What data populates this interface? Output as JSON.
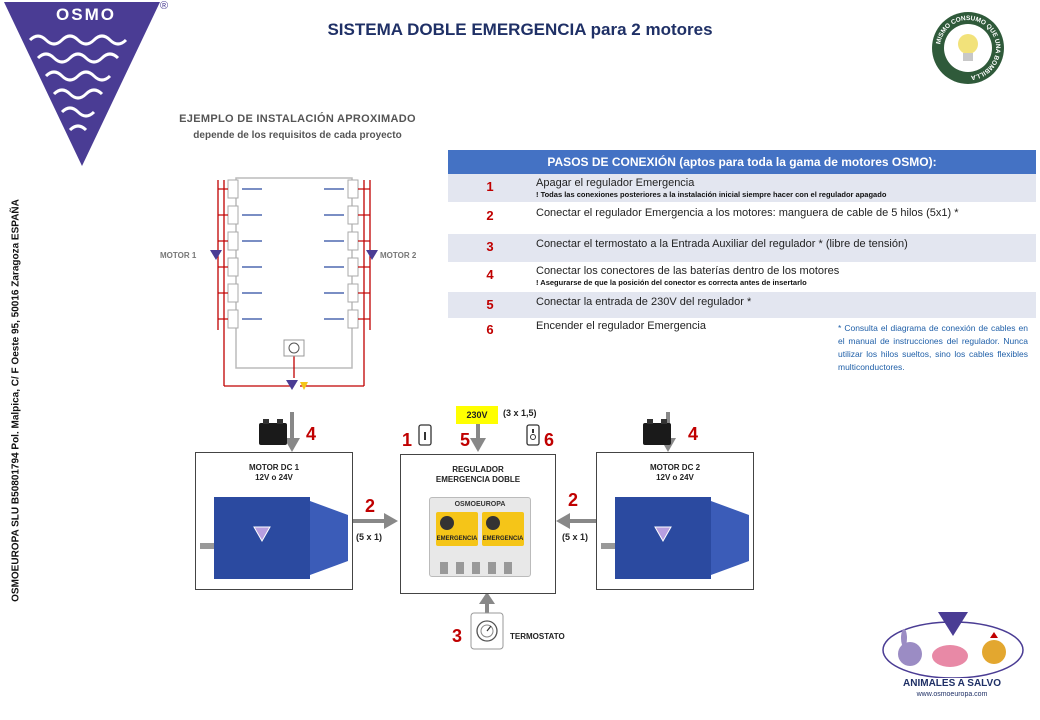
{
  "logo": {
    "text": "OSMO",
    "registered": "®"
  },
  "vertical_text": "OSMOEUROPA SLU B50801794 Pol. Malpica, C/ F Oeste 95, 50016 Zaragoza ESPAÑA",
  "title": "SISTEMA DOBLE EMERGENCIA para 2 motores",
  "badge": {
    "text": "MISMO CONSUMO QUE UNA BOMBILLA"
  },
  "install": {
    "heading": "EJEMPLO DE INSTALACIÓN APROXIMADO",
    "subheading": "depende de los requisitos  de cada proyecto",
    "motor1": "MOTOR 1",
    "motor2": "MOTOR 2"
  },
  "steps": {
    "header": "PASOS DE CONEXIÓN (aptos para toda la gama de motores OSMO):",
    "items": [
      {
        "num": "1",
        "text": "Apagar el regulador Emergencia",
        "note": "! Todas las conexiones posteriores a la instalación inicial siempre hacer con el regulador apagado"
      },
      {
        "num": "2",
        "text": "Conectar el regulador Emergencia a los motores:  manguera de cable de 5 hilos (5x1) *",
        "note": ""
      },
      {
        "num": "3",
        "text": "Conectar el termostato a la Entrada Auxiliar del regulador * (libre de tensión)",
        "note": ""
      },
      {
        "num": "4",
        "text": "Conectar los conectores de las baterías dentro de los motores",
        "note": "! Asegurarse de que la posición del conector es correcta antes de insertarlo"
      },
      {
        "num": "5",
        "text": "Conectar la entrada de 230V del regulador *",
        "note": ""
      },
      {
        "num": "6",
        "text": "Encender el regulador Emergencia",
        "note": ""
      }
    ],
    "footnote": "* Consulta el diagrama de conexión de cables en el manual de instrucciones del regulador. Nunca utilizar los hilos sueltos, sino los cables flexibles multiconductores."
  },
  "bottom": {
    "motor1": {
      "name": "MOTOR DC 1",
      "voltage": "12V o 24V",
      "battery_step": "4",
      "cable_step": "2",
      "cable": "(5 x 1)"
    },
    "motor2": {
      "name": "MOTOR DC 2",
      "voltage": "12V o 24V",
      "battery_step": "4",
      "cable_step": "2",
      "cable": "(5 x 1)"
    },
    "regulator": {
      "line1": "REGULADOR",
      "line2": "EMERGENCIA DOBLE",
      "brand": "OSMOEUROPA",
      "unit_label": "EMERGENCIA"
    },
    "switch_off_step": "1",
    "power_step": "5",
    "switch_on_step": "6",
    "voltage": "230V",
    "power_cable": "(3 x 1,5)",
    "thermostat_step": "3",
    "thermostat": "TERMOSTATO"
  },
  "animals": {
    "text": "ANIMALES A SALVO",
    "url": "www.osmoeuropa.com"
  },
  "colors": {
    "brand_purple": "#4a3c94",
    "title_navy": "#1f3066",
    "step_red": "#c00000",
    "table_blue": "#4472c4",
    "motor_blue": "#2b4aa0",
    "panel_yellow": "#f5c518"
  }
}
